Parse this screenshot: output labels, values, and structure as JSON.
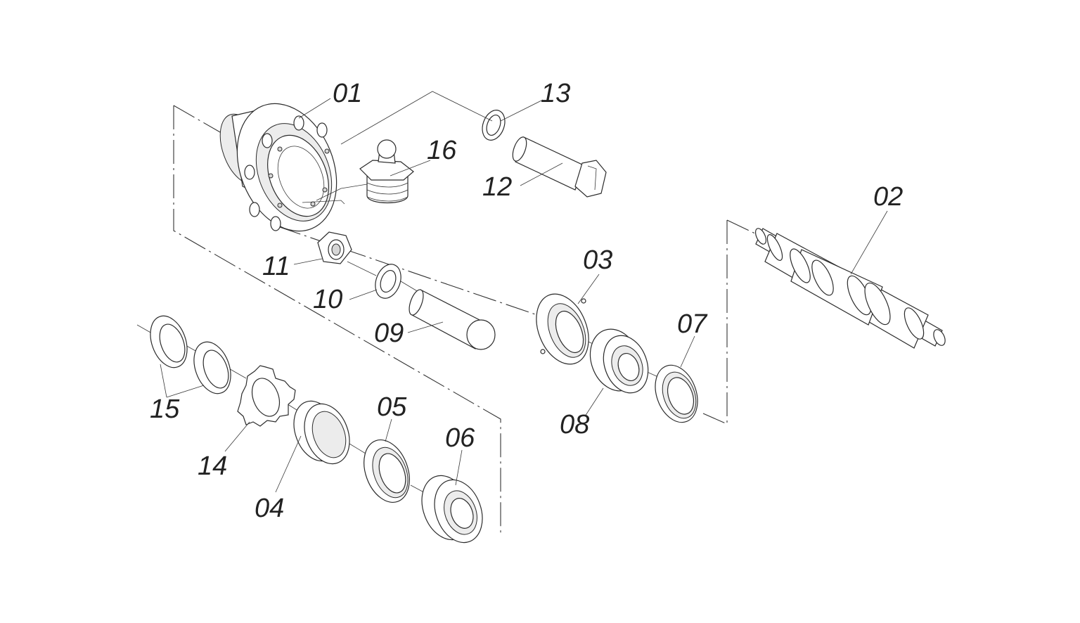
{
  "labels": {
    "p01": "01",
    "p02": "02",
    "p03": "03",
    "p04": "04",
    "p05": "05",
    "p06": "06",
    "p07": "07",
    "p08": "08",
    "p09": "09",
    "p10": "10",
    "p11": "11",
    "p12": "12",
    "p13": "13",
    "p14": "14",
    "p15": "15",
    "p16": "16"
  },
  "colors": {
    "line": "#2b2b2b",
    "background": "#ffffff"
  }
}
